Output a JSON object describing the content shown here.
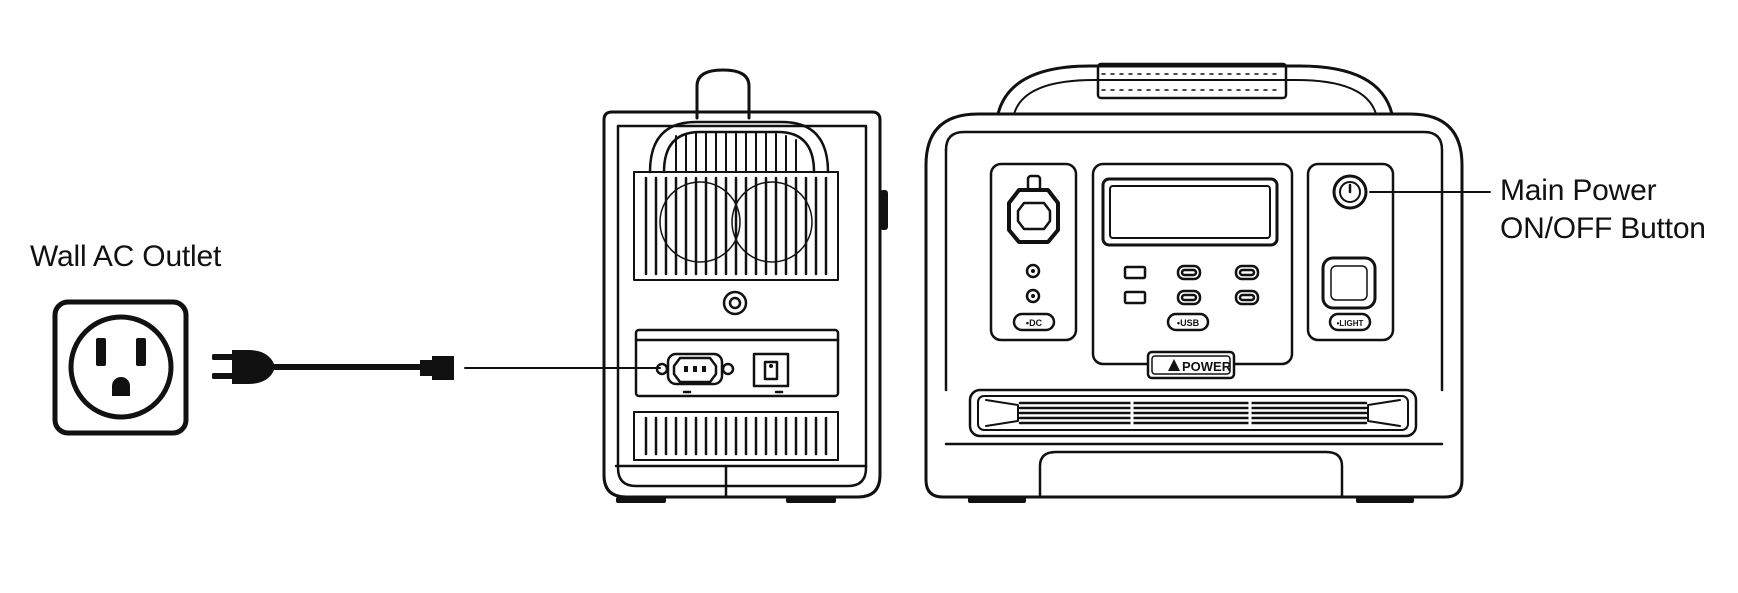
{
  "labels": {
    "outlet": "Wall AC Outlet",
    "power_line1": "Main Power",
    "power_line2": "ON/OFF Button"
  },
  "panel": {
    "dc_badge": "•DC",
    "usb_badge": "•USB",
    "light_badge": "•LIGHT",
    "brand": "POWER"
  },
  "colors": {
    "stroke": "#111111",
    "fill": "#ffffff"
  }
}
